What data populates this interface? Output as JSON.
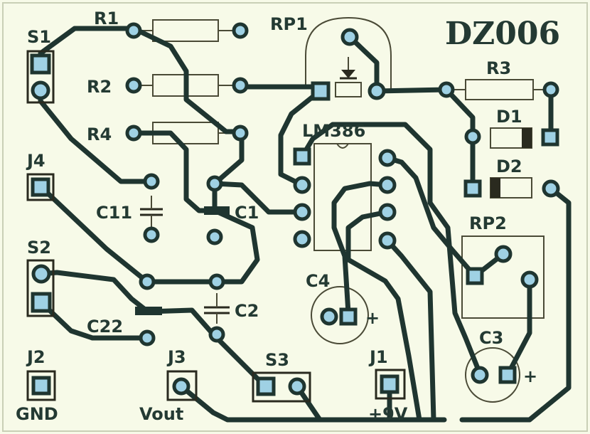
{
  "board": {
    "title": "DZ006",
    "background": "#f7fae8",
    "copper_color": "#1f3530",
    "pad_color": "#9fd1e4",
    "silk_color": "#4a4a36"
  },
  "labels": {
    "s1": "S1",
    "r1": "R1",
    "rp1": "RP1",
    "r2": "R2",
    "r3": "R3",
    "d1": "D1",
    "d2": "D2",
    "r4": "R4",
    "lm386": "LM386",
    "j4": "J4",
    "c11": "C11",
    "c1": "C1",
    "rp2": "RP2",
    "s2": "S2",
    "c4": "C4",
    "c4_plus": "+",
    "c22": "C22",
    "c2": "C2",
    "c3": "C3",
    "c3_plus": "+",
    "j2": "J2",
    "j3": "J3",
    "s3": "S3",
    "j1": "J1",
    "gnd": "GND",
    "vout": "Vout",
    "plus9v": "+9V"
  }
}
